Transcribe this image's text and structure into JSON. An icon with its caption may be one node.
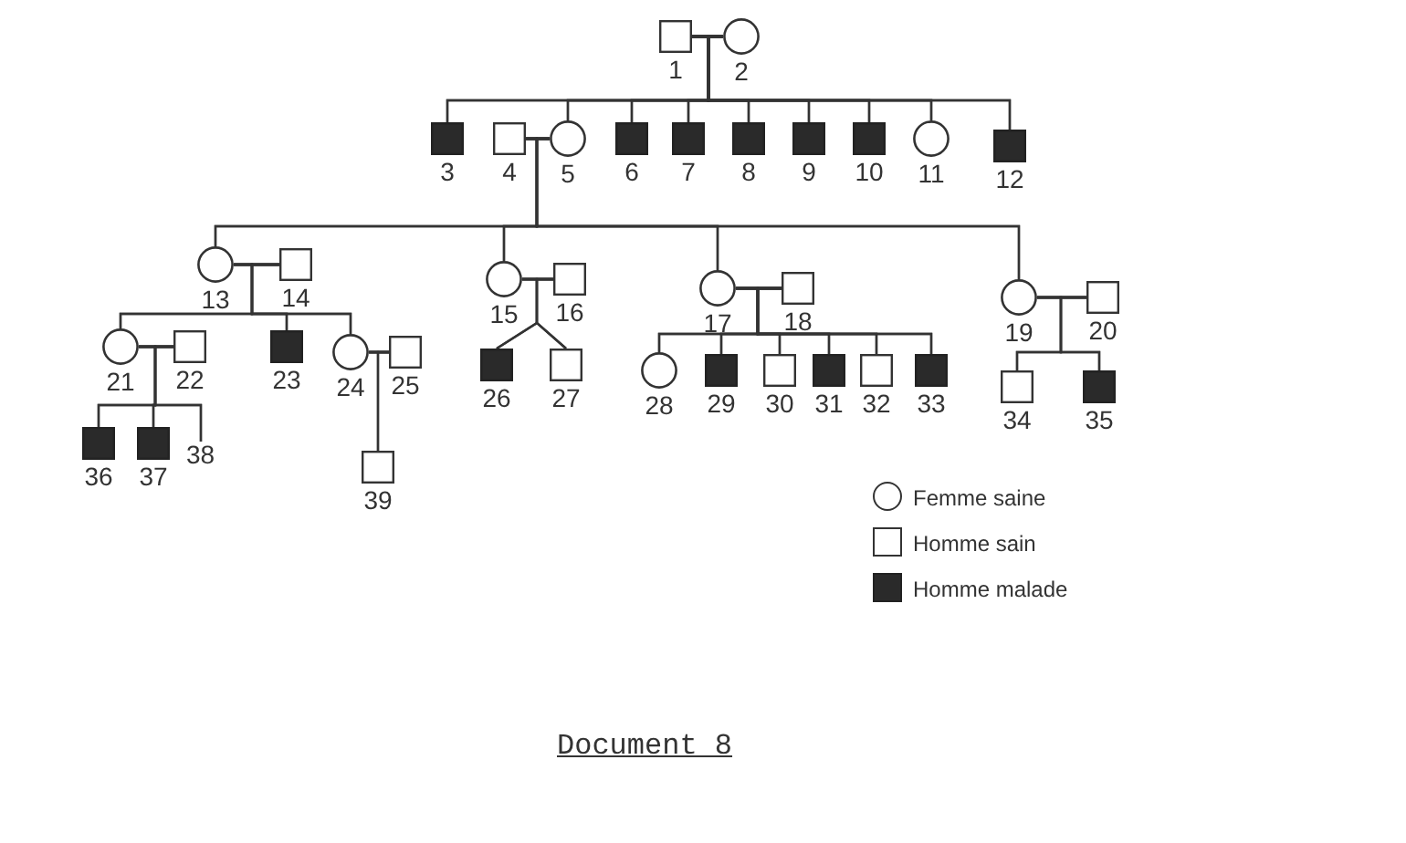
{
  "diagram": {
    "caption": "Document 8",
    "nodes": [
      {
        "text": [],
        "shape": "square",
        "beside": [
          "1"
        ]
      },
      {
        "text": [],
        "shape": "circle",
        "beside": [
          "2"
        ]
      },
      {
        "text": [],
        "shape": "filled-square",
        "beside": [
          "3"
        ]
      },
      {
        "text": [],
        "shape": "square",
        "beside": [
          "4"
        ]
      },
      {
        "text": [],
        "shape": "circle",
        "beside": [
          "5"
        ]
      },
      {
        "text": [],
        "shape": "filled-square",
        "beside": [
          "6"
        ]
      },
      {
        "text": [],
        "shape": "filled-square",
        "beside": [
          "7"
        ]
      },
      {
        "text": [],
        "shape": "filled-square",
        "beside": [
          "8"
        ]
      },
      {
        "text": [],
        "shape": "filled-square",
        "beside": [
          "9"
        ]
      },
      {
        "text": [],
        "shape": "filled-square",
        "beside": [
          "10"
        ]
      },
      {
        "text": [],
        "shape": "circle",
        "beside": [
          "11"
        ]
      },
      {
        "text": [],
        "shape": "filled-square",
        "beside": [
          "12"
        ]
      },
      {
        "text": [],
        "shape": "circle",
        "beside": [
          "13"
        ]
      },
      {
        "text": [],
        "shape": "square",
        "beside": [
          "14"
        ]
      },
      {
        "text": [],
        "shape": "circle",
        "beside": [
          "15"
        ]
      },
      {
        "text": [],
        "shape": "square",
        "beside": [
          "16"
        ]
      },
      {
        "text": [],
        "shape": "circle",
        "beside": [
          "17"
        ]
      },
      {
        "text": [],
        "shape": "square",
        "beside": [
          "18"
        ]
      },
      {
        "text": [],
        "shape": "circle",
        "beside": [
          "19"
        ]
      },
      {
        "text": [],
        "shape": "square",
        "beside": [
          "20"
        ]
      },
      {
        "text": [],
        "shape": "circle",
        "beside": [
          "21"
        ]
      },
      {
        "text": [],
        "shape": "square",
        "beside": [
          "22"
        ]
      },
      {
        "text": [],
        "shape": "filled-square",
        "beside": [
          "23"
        ]
      },
      {
        "text": [],
        "shape": "circle",
        "beside": [
          "24"
        ]
      },
      {
        "text": [],
        "shape": "square",
        "beside": [
          "25"
        ]
      },
      {
        "text": [],
        "shape": "filled-square",
        "beside": [
          "26"
        ]
      },
      {
        "text": [],
        "shape": "square",
        "beside": [
          "27"
        ]
      },
      {
        "text": [],
        "shape": "circle",
        "beside": [
          "28"
        ]
      },
      {
        "text": [],
        "shape": "filled-square",
        "beside": [
          "29"
        ]
      },
      {
        "text": [],
        "shape": "square",
        "beside": [
          "30"
        ]
      },
      {
        "text": [],
        "shape": "filled-square",
        "beside": [
          "31"
        ]
      },
      {
        "text": [],
        "shape": "square",
        "beside": [
          "32"
        ]
      },
      {
        "text": [],
        "shape": "filled-square",
        "beside": [
          "33"
        ]
      },
      {
        "text": [],
        "shape": "square",
        "beside": [
          "34"
        ]
      },
      {
        "text": [],
        "shape": "filled-square",
        "beside": [
          "35"
        ]
      },
      {
        "text": [],
        "shape": "filled-square",
        "beside": [
          "36"
        ]
      },
      {
        "text": [],
        "shape": "filled-square",
        "beside": [
          "37"
        ]
      },
      {
        "text": [
          "38"
        ]
      },
      {
        "text": [],
        "shape": "square",
        "beside": [
          "39"
        ]
      }
    ],
    "edges": [
      {
        "from": 0,
        "to": 2,
        "arrow": "none"
      },
      {
        "from": 1,
        "to": 2,
        "arrow": "none"
      },
      {
        "from": 0,
        "to": 1,
        "arrow": "none"
      },
      {
        "from": 0,
        "to": 4,
        "arrow": "none"
      },
      {
        "from": 1,
        "to": 4,
        "arrow": "none"
      },
      {
        "from": 0,
        "to": 5,
        "arrow": "none"
      },
      {
        "from": 1,
        "to": 5,
        "arrow": "none"
      },
      {
        "from": 0,
        "to": 6,
        "arrow": "none"
      },
      {
        "from": 1,
        "to": 6,
        "arrow": "none"
      },
      {
        "from": 0,
        "to": 7,
        "arrow": "none"
      },
      {
        "from": 1,
        "to": 7,
        "arrow": "none"
      },
      {
        "from": 0,
        "to": 8,
        "arrow": "none"
      },
      {
        "from": 1,
        "to": 8,
        "arrow": "none"
      },
      {
        "from": 0,
        "to": 9,
        "arrow": "none"
      },
      {
        "from": 1,
        "to": 9,
        "arrow": "none"
      },
      {
        "from": 0,
        "to": 10,
        "arrow": "none"
      },
      {
        "from": 1,
        "to": 10,
        "arrow": "none"
      },
      {
        "from": 0,
        "to": 11,
        "arrow": "none"
      },
      {
        "from": 1,
        "to": 11,
        "arrow": "none"
      },
      {
        "from": 3,
        "to": 4,
        "arrow": "none"
      },
      {
        "from": 3,
        "to": 12,
        "arrow": "none"
      },
      {
        "from": 4,
        "to": 12,
        "arrow": "none"
      },
      {
        "from": 3,
        "to": 14,
        "arrow": "none"
      },
      {
        "from": 4,
        "to": 14,
        "arrow": "none"
      },
      {
        "from": 3,
        "to": 16,
        "arrow": "none"
      },
      {
        "from": 4,
        "to": 16,
        "arrow": "none"
      },
      {
        "from": 3,
        "to": 18,
        "arrow": "none"
      },
      {
        "from": 4,
        "to": 18,
        "arrow": "none"
      },
      {
        "from": 12,
        "to": 13,
        "arrow": "none"
      },
      {
        "from": 12,
        "to": 20,
        "arrow": "none"
      },
      {
        "from": 13,
        "to": 20,
        "arrow": "none"
      },
      {
        "from": 12,
        "to": 22,
        "arrow": "none"
      },
      {
        "from": 13,
        "to": 22,
        "arrow": "none"
      },
      {
        "from": 12,
        "to": 23,
        "arrow": "none"
      },
      {
        "from": 13,
        "to": 23,
        "arrow": "none"
      },
      {
        "from": 14,
        "to": 15,
        "arrow": "none"
      },
      {
        "from": 14,
        "to": 25,
        "arrow": "none"
      },
      {
        "from": 15,
        "to": 25,
        "arrow": "none"
      },
      {
        "from": 14,
        "to": 26,
        "arrow": "none"
      },
      {
        "from": 15,
        "to": 26,
        "arrow": "none"
      },
      {
        "from": 16,
        "to": 17,
        "arrow": "none"
      },
      {
        "from": 16,
        "to": 27,
        "arrow": "none"
      },
      {
        "from": 17,
        "to": 27,
        "arrow": "none"
      },
      {
        "from": 16,
        "to": 28,
        "arrow": "none"
      },
      {
        "from": 17,
        "to": 28,
        "arrow": "none"
      },
      {
        "from": 16,
        "to": 29,
        "arrow": "none"
      },
      {
        "from": 17,
        "to": 29,
        "arrow": "none"
      },
      {
        "from": 16,
        "to": 30,
        "arrow": "none"
      },
      {
        "from": 17,
        "to": 30,
        "arrow": "none"
      },
      {
        "from": 16,
        "to": 31,
        "arrow": "none"
      },
      {
        "from": 17,
        "to": 31,
        "arrow": "none"
      },
      {
        "from": 16,
        "to": 32,
        "arrow": "none"
      },
      {
        "from": 17,
        "to": 32,
        "arrow": "none"
      },
      {
        "from": 18,
        "to": 19,
        "arrow": "none"
      },
      {
        "from": 18,
        "to": 33,
        "arrow": "none"
      },
      {
        "from": 19,
        "to": 33,
        "arrow": "none"
      },
      {
        "from": 18,
        "to": 34,
        "arrow": "none"
      },
      {
        "from": 19,
        "to": 34,
        "arrow": "none"
      },
      {
        "from": 20,
        "to": 21,
        "arrow": "none"
      },
      {
        "from": 20,
        "to": 35,
        "arrow": "none"
      },
      {
        "from": 21,
        "to": 35,
        "arrow": "none"
      },
      {
        "from": 20,
        "to": 36,
        "arrow": "none"
      },
      {
        "from": 21,
        "to": 36,
        "arrow": "none"
      },
      {
        "from": 20,
        "to": 37,
        "arrow": "none"
      },
      {
        "from": 21,
        "to": 37,
        "arrow": "none"
      },
      {
        "from": 23,
        "to": 24,
        "arrow": "none"
      },
      {
        "from": 23,
        "to": 38,
        "arrow": "none"
      },
      {
        "from": 24,
        "to": 38,
        "arrow": "none"
      }
    ],
    "legend": [
      {
        "text": "Femme saine"
      },
      {
        "text": "Homme sain"
      },
      {
        "text": "Homme malade",
        "color": "#2a2a2a"
      }
    ]
  }
}
